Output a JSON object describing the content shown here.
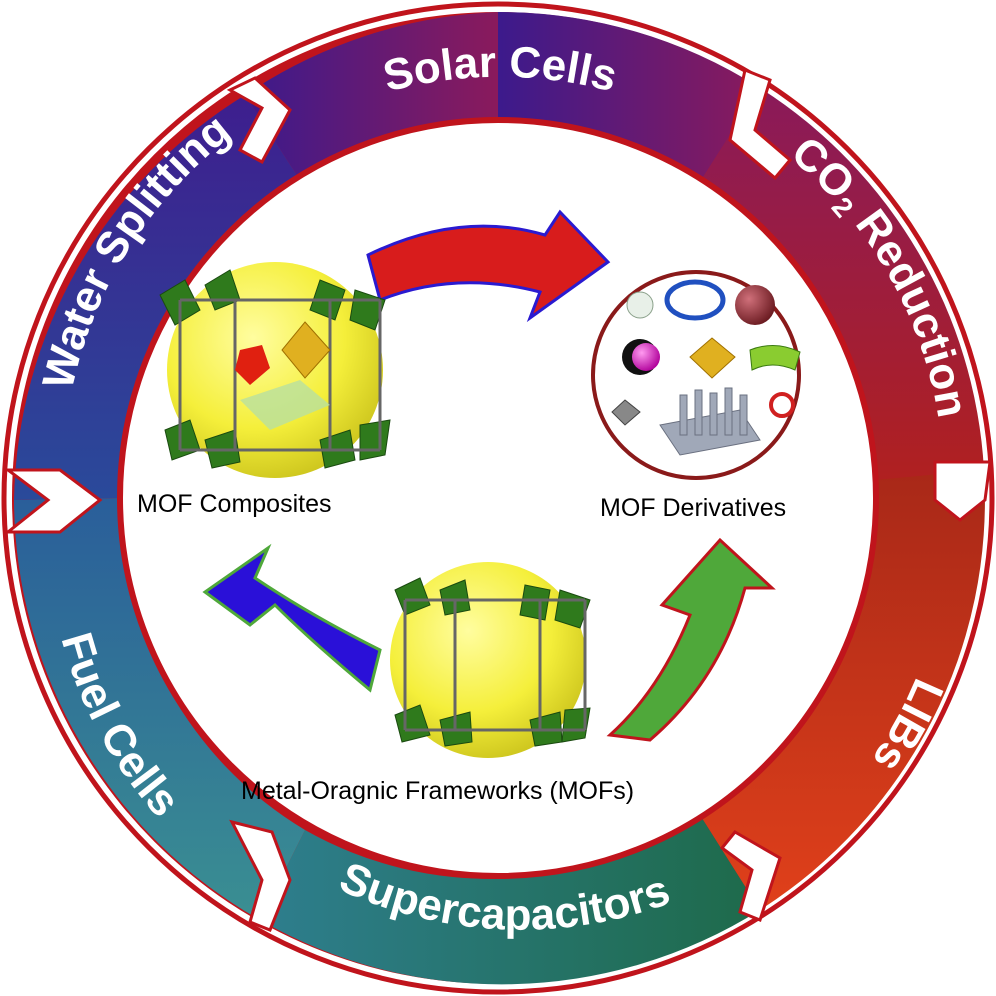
{
  "ring": {
    "segments": [
      {
        "label": "Solar Cells"
      },
      {
        "label": "CO",
        "subscript": "2",
        "suffix": " Reduction"
      },
      {
        "label": "LIBs"
      },
      {
        "label": "Supercapacitors"
      },
      {
        "label": "Fuel Cells"
      },
      {
        "label": "Water Splitting"
      }
    ],
    "colors": {
      "solar": "#5a1a8a",
      "co2": "#9c1a3a",
      "libs": "#d13a1a",
      "supercap": "#2a7a5a",
      "fuel": "#2f8a95",
      "water": "#3a1e8a",
      "border": "#c0141c"
    }
  },
  "center": {
    "composites_label": "MOF Composites",
    "derivatives_label": "MOF Derivatives",
    "mofs_label": "Metal-Oragnic Frameworks (MOFs)"
  },
  "arrows": {
    "top_color": "#d81c1c",
    "left_color": "#1f0fd6",
    "right_color": "#4fa83a"
  }
}
